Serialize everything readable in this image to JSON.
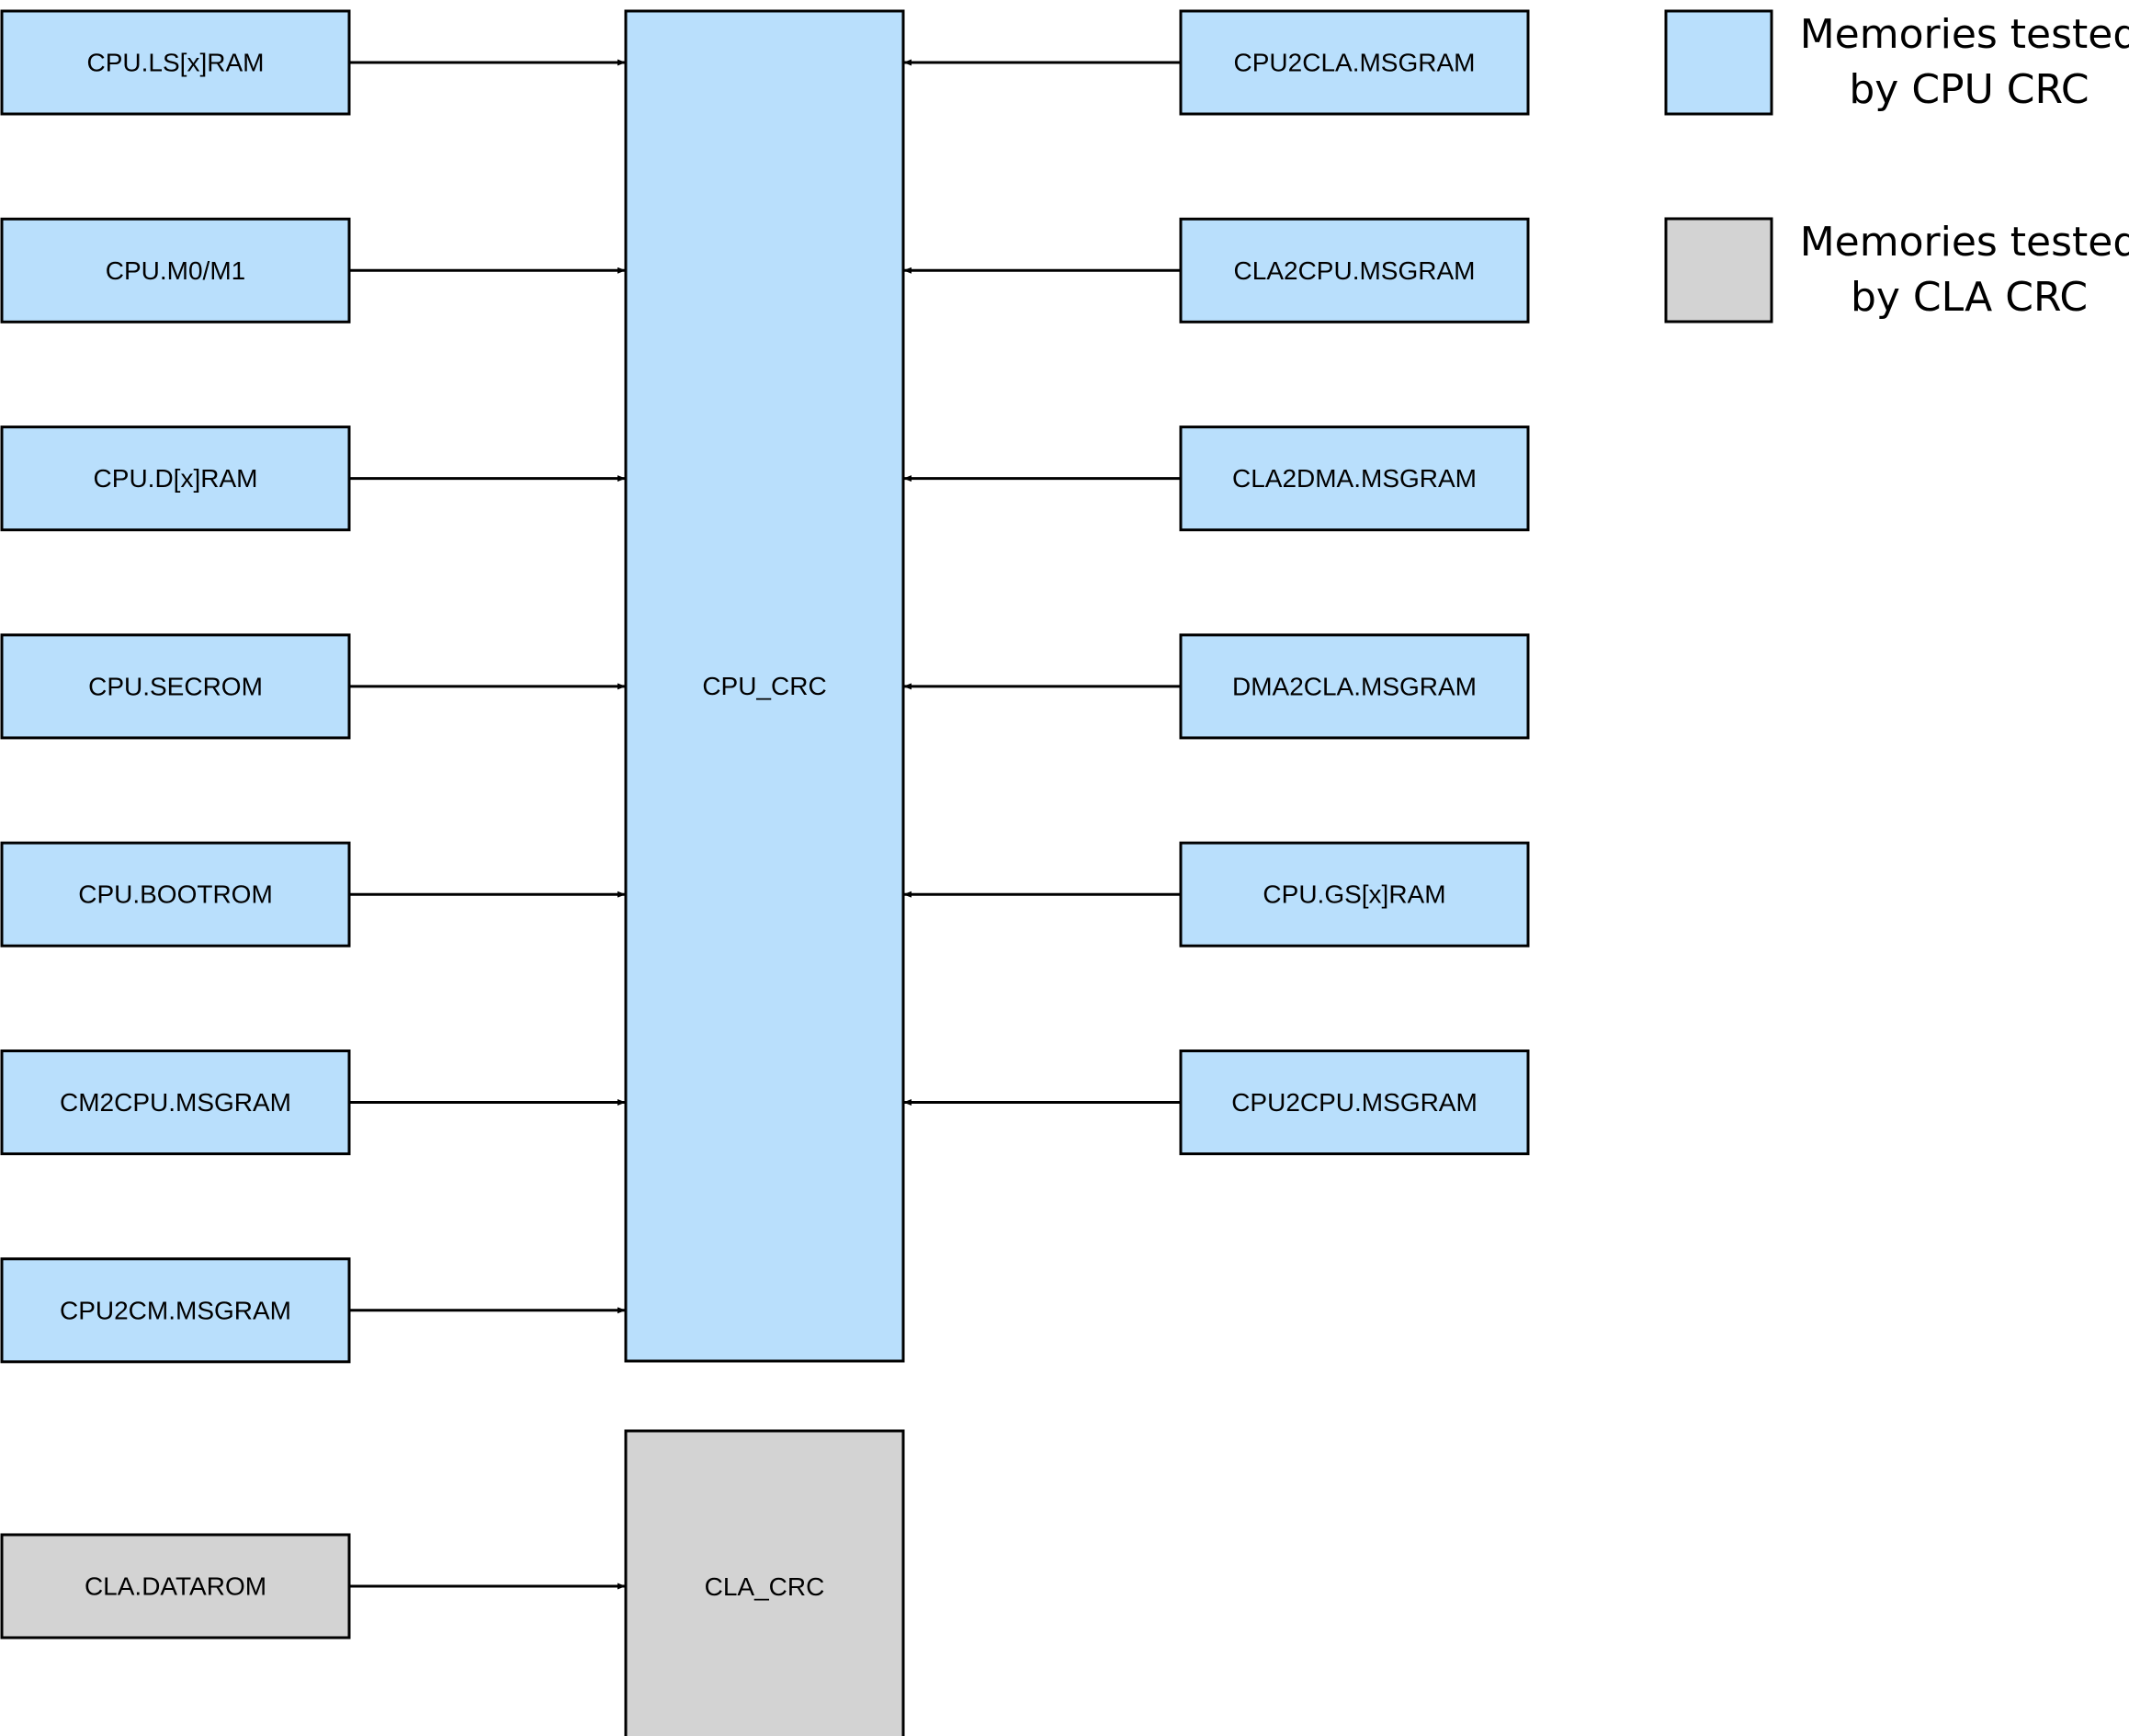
{
  "colors": {
    "cpu_crc_fill": "#b9dffc",
    "cla_crc_fill": "#d3d3d3",
    "stroke": "#000000"
  },
  "cpu_crc": {
    "label": "CPU_CRC",
    "left_inputs": [
      "CPU.LS[x]RAM",
      "CPU.M0/M1",
      "CPU.D[x]RAM",
      "CPU.SECROM",
      "CPU.BOOTROM",
      "CM2CPU.MSGRAM",
      "CPU2CM.MSGRAM"
    ],
    "right_inputs": [
      "CPU2CLA.MSGRAM",
      "CLA2CPU.MSGRAM",
      "CLA2DMA.MSGRAM",
      "DMA2CLA.MSGRAM",
      "CPU.GS[x]RAM",
      "CPU2CPU.MSGRAM"
    ]
  },
  "cla_crc": {
    "label": "CLA_CRC",
    "inputs": [
      "CLA.DATAROM"
    ]
  },
  "legend": [
    {
      "lines": [
        "Memories tested",
        "by CPU CRC"
      ],
      "color": "cpu"
    },
    {
      "lines": [
        "Memories tested",
        "by CLA CRC"
      ],
      "color": "cla"
    }
  ]
}
